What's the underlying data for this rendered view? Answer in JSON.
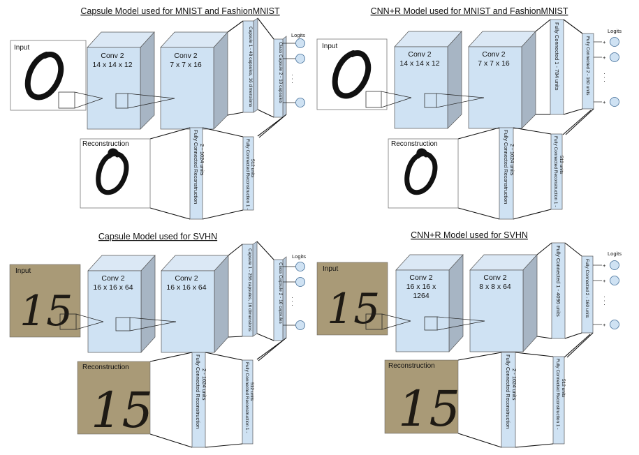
{
  "titles": {
    "capsule_mnist": "Capsule Model used for MNIST and FashionMNIST",
    "cnn_mnist": "CNN+R Model used for MNIST and FashionMNIST",
    "capsule_svhn": "Capsule Model used for SVHN",
    "cnn_svhn": "CNN+R Model used for SVHN"
  },
  "labels": {
    "input": "Input",
    "reconstruction": "Reconstruction",
    "logits": "Logits",
    "conv2": "Conv 2",
    "dots": "· · ·"
  },
  "capsule_mnist": {
    "conv_a_dims": "14 x 14 x 12",
    "conv_b_dims": "7 x 7 x  16",
    "caps1": "Capsule 1 - 48 capsules, 16 dimensions",
    "caps2": "Class Capsule 2 - 10 capsules",
    "fc_recon1_a": "Fully Connected Reconstruction 1 -",
    "fc_recon1_b": "512 units",
    "fc_recon2_a": "Fully Connected Reconstruction",
    "fc_recon2_b": "2 - 1024 units"
  },
  "cnn_mnist": {
    "conv_a_dims": "14 x 14 x 12",
    "conv_b_dims": "7 x 7 x  16",
    "fc1": "Fully Connected 1 - 784 units",
    "fc2": "Fully Connected 2 - 160 units",
    "fc_recon1_a": "Fully Connected Reconstruction 1 -",
    "fc_recon1_b": "512 units",
    "fc_recon2_a": "Fully Connected Reconstruction",
    "fc_recon2_b": "2 - 1024 units"
  },
  "capsule_svhn": {
    "conv_a_dims": "16 x 16 x 64",
    "conv_b_dims": "16 x 16 x  64",
    "caps1": "Capsule 1 - 256 capsules, 16 dimensions",
    "caps2": "Class Capsule 2 - 10 capsules",
    "fc_recon1_a": "Fully Connected Reconstruction 1 -",
    "fc_recon1_b": "512 units",
    "fc_recon2_a": "Fully Connected Reconstruction",
    "fc_recon2_b": "2 - 1024 units"
  },
  "cnn_svhn": {
    "conv_a_dims_1": "16 x 16 x",
    "conv_a_dims_2": "1264",
    "conv_b_dims": "8 x 8 x  64",
    "fc1": "Fully Connected 1 - 4096 units",
    "fc2": "Fully Connected 2 - 160 units",
    "fc_recon1_a": "Fully Connected Reconstruction 1 -",
    "fc_recon1_b": "512 units",
    "fc_recon2_a": "Fully Connected Reconstruction",
    "fc_recon2_b": "2 - 1024 units"
  },
  "svhn_digits": "15"
}
